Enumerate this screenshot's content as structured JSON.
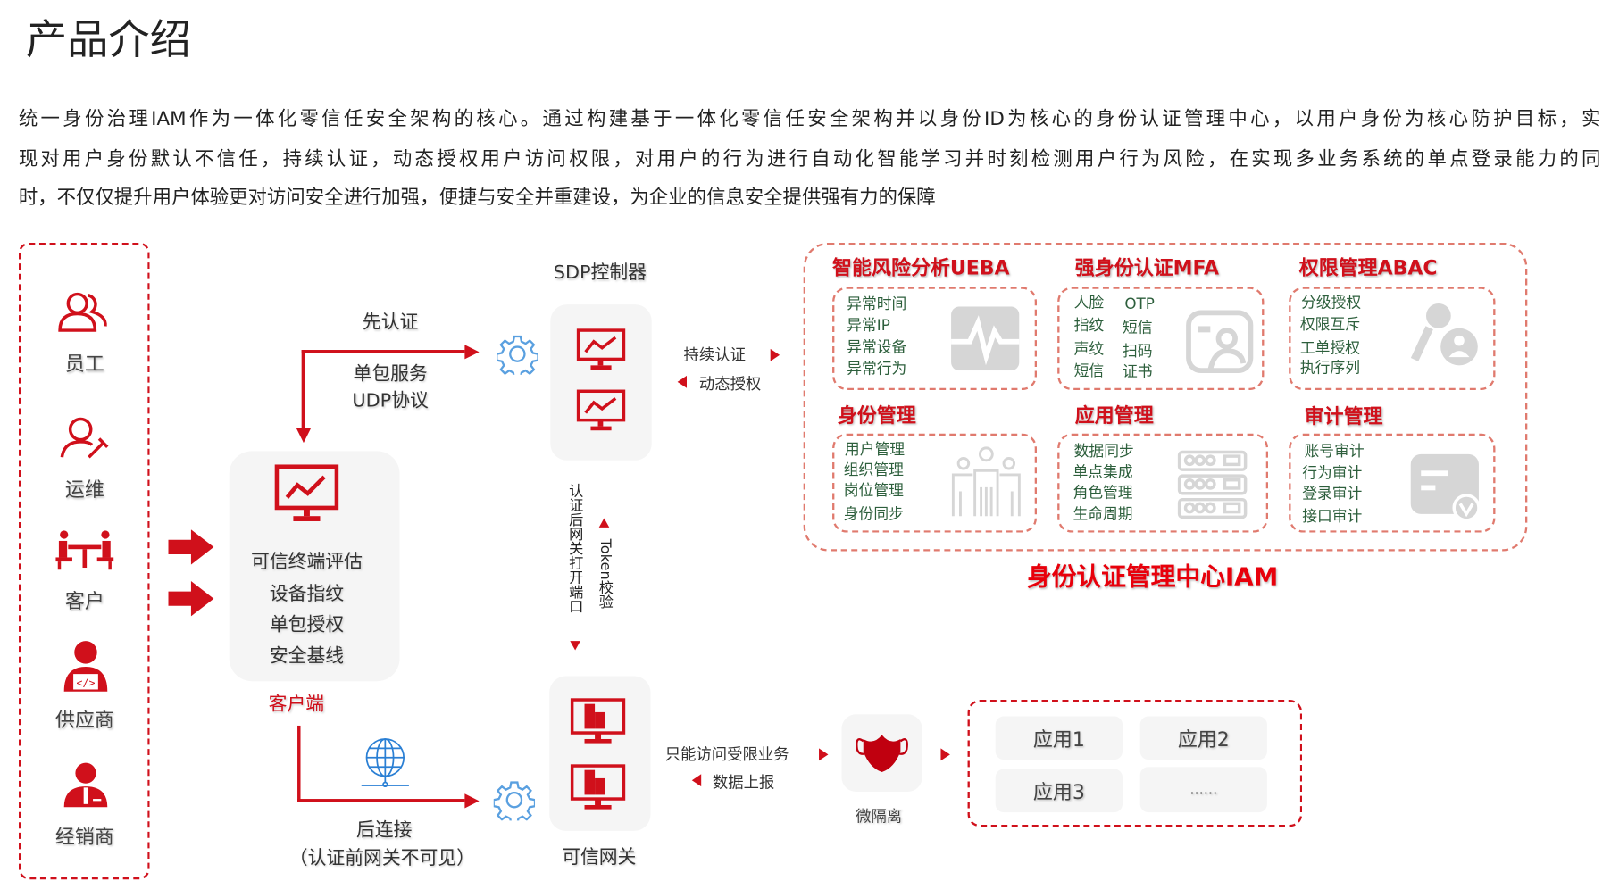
{
  "title": "产品介绍",
  "intro": [
    "统一身份治理IAM作为一体化零信任安全架构的核心。通过构建基于一体化零信任安全架构并以身份ID为核心的身份认证管理中心，以用户身份为核心防护目标，实",
    "现对用户身份默认不信任，持续认证，动态授权用户访问权限，对用户的行为进行自动化智能学习并时刻检测用户行为风险，在实现多业务系统的单点登录能力的同",
    "时，不仅仅提升用户体验更对访问安全进行加强，便捷与安全并重建设，为企业的信息安全提供强有力的保障"
  ],
  "users": [
    {
      "label": "员工",
      "icon": "users-icon"
    },
    {
      "label": "运维",
      "icon": "ops-icon"
    },
    {
      "label": "客户",
      "icon": "meeting-icon"
    },
    {
      "label": "供应商",
      "icon": "developer-icon"
    },
    {
      "label": "经销商",
      "icon": "businessman-icon"
    }
  ],
  "client": {
    "items": [
      "可信终端评估",
      "设备指纹",
      "单包授权",
      "安全基线"
    ],
    "label": "客户端"
  },
  "flow": {
    "first_auth": "先认证",
    "spa_1": "单包服务",
    "spa_2": "UDP协议",
    "post_connect": "后连接",
    "post_connect_note": "（认证前网关不可见）",
    "open_port": "认证后网关打开端口",
    "token": "Token校验",
    "continuous_auth": "持续认证",
    "dynamic_authz": "动态授权",
    "restricted": "只能访问受限业务",
    "report": "数据上报"
  },
  "sdp": {
    "label": "SDP控制器"
  },
  "gateway": {
    "label": "可信网关"
  },
  "micro": {
    "label": "微隔离"
  },
  "apps": [
    "应用1",
    "应用2",
    "应用3",
    "......"
  ],
  "iam": {
    "label": "身份认证管理中心IAM",
    "modules": [
      {
        "title": "智能风险分析UEBA",
        "items": [
          "异常时间",
          "异常IP",
          "异常设备",
          "异常行为"
        ],
        "icon": "pulse-icon"
      },
      {
        "title": "强身份认证MFA",
        "items": [
          "人脸",
          "OTP",
          "指纹",
          "短信",
          "声纹",
          "扫码",
          "短信",
          "证书"
        ],
        "icon": "id-card-icon"
      },
      {
        "title": "权限管理ABAC",
        "items": [
          "分级授权",
          "权限互斥",
          "工单授权",
          "执行序列"
        ],
        "icon": "key-user-icon"
      },
      {
        "title": "身份管理",
        "items": [
          "用户管理",
          "组织管理",
          "岗位管理",
          "身份同步"
        ],
        "icon": "group-icon"
      },
      {
        "title": "应用管理",
        "items": [
          "数据同步",
          "单点集成",
          "角色管理",
          "生命周期"
        ],
        "icon": "server-icon"
      },
      {
        "title": "审计管理",
        "items": [
          "账号审计",
          "行为审计",
          "登录审计",
          "接口审计"
        ],
        "icon": "audit-doc-icon"
      }
    ]
  },
  "colors": {
    "brand": "#d0101b",
    "module_text": "#2d5f3c",
    "dash_light": "#e07a6e"
  }
}
